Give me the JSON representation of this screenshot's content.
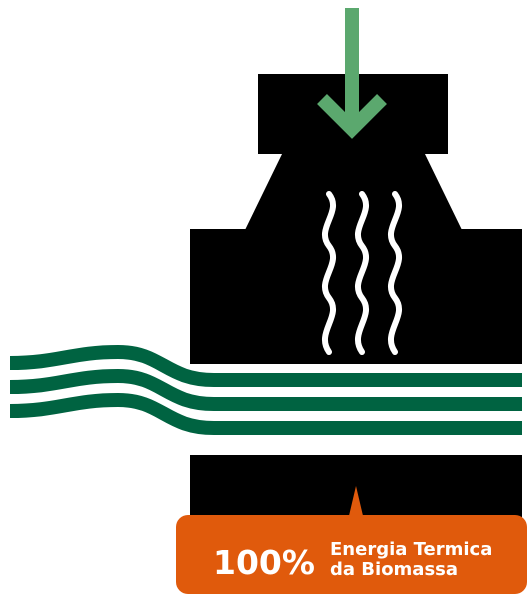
{
  "label": {
    "percentage": "100%",
    "line1": "Energia Termica",
    "line2": "da Biomassa"
  },
  "colors": {
    "machine_body": "#000000",
    "input_arrow": "#5ba86e",
    "flow_bands": "#006341",
    "heat_waves": "#ffffff",
    "label_background": "#e05a0c",
    "label_text": "#ffffff",
    "background": "#ffffff"
  },
  "icons": {
    "input_arrow": "down-arrow-icon",
    "heat": "heat-waves-icon"
  }
}
